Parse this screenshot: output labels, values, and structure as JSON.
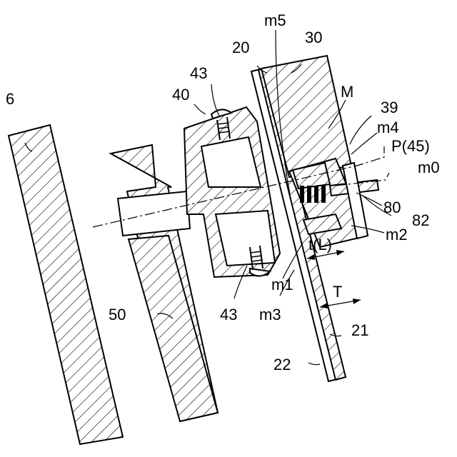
{
  "labels": {
    "n6": "6",
    "n20": "20",
    "n30": "30",
    "m5": "m5",
    "M": "M",
    "n39": "39",
    "m4": "m4",
    "p45": "P(45)",
    "m0": "m0",
    "n80": "80",
    "n82": "82",
    "m2": "m2",
    "tL": "t(L)",
    "T": "T",
    "n21": "21",
    "n22": "22",
    "n43top": "43",
    "n40": "40",
    "n43bottom": "43",
    "m1": "m1",
    "m3": "m3",
    "n50": "50"
  }
}
